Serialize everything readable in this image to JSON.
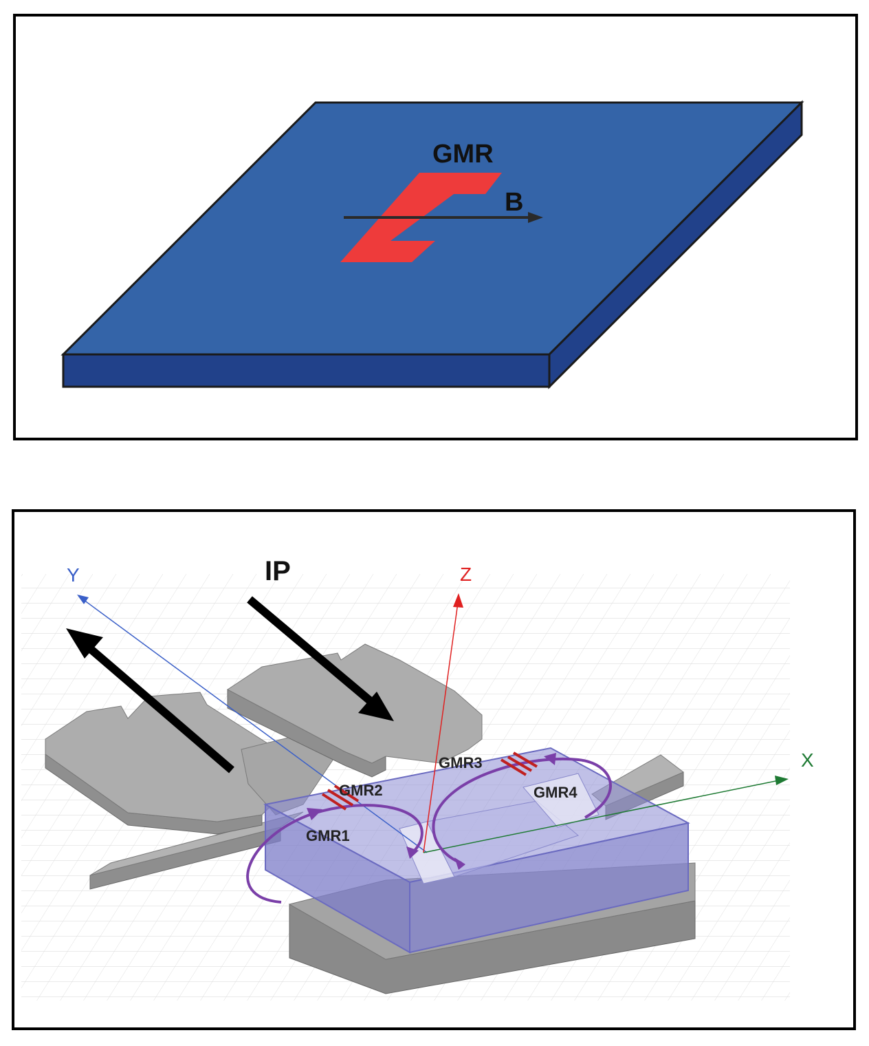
{
  "top_panel": {
    "gmr_label": "GMR",
    "field_label": "B",
    "colors": {
      "plate_top": "#3464a8",
      "plate_side": "#21418a",
      "gmr_sensor": "#ee3b3b",
      "arrow": "#2a2a2a"
    }
  },
  "bottom_panel": {
    "current_label": "IP",
    "axes": {
      "x": {
        "label": "X",
        "color": "#1e7a33"
      },
      "y": {
        "label": "Y",
        "color": "#3a5fc8"
      },
      "z": {
        "label": "Z",
        "color": "#e02020"
      }
    },
    "sensors": [
      "GMR1",
      "GMR2",
      "GMR3",
      "GMR4"
    ],
    "colors": {
      "conductor": "#a9a9a9",
      "chip": "#8c8cd4",
      "field_loop": "#7a3fa8",
      "sensor_mark": "#c02020"
    }
  }
}
